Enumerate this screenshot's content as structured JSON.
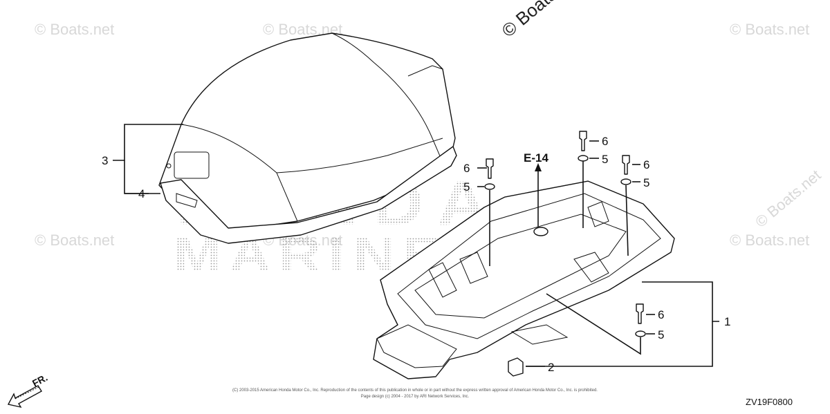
{
  "watermarks": {
    "top_center": "© Boats.net",
    "repeat": "© Boats.net"
  },
  "brand_background": {
    "line1": "HONDA",
    "line2": "MARINE"
  },
  "reference": {
    "label": "E-14"
  },
  "callouts": {
    "c1": "1",
    "c2": "2",
    "c3": "3",
    "c4": "4",
    "c5": "5",
    "c6": "6"
  },
  "footer": {
    "copyright_line1": "(C) 2003-2015 American Honda Motor Co., Inc. Reproduction of the contents of this publication in whole or in part without the express written approval of American Honda Motor Co., Inc. is prohibited.",
    "copyright_line2": "Page design (c) 2004 - 2017 by ARI Network Services, Inc.",
    "diagram_code": "ZV19F0800",
    "direction_label": "FR."
  }
}
